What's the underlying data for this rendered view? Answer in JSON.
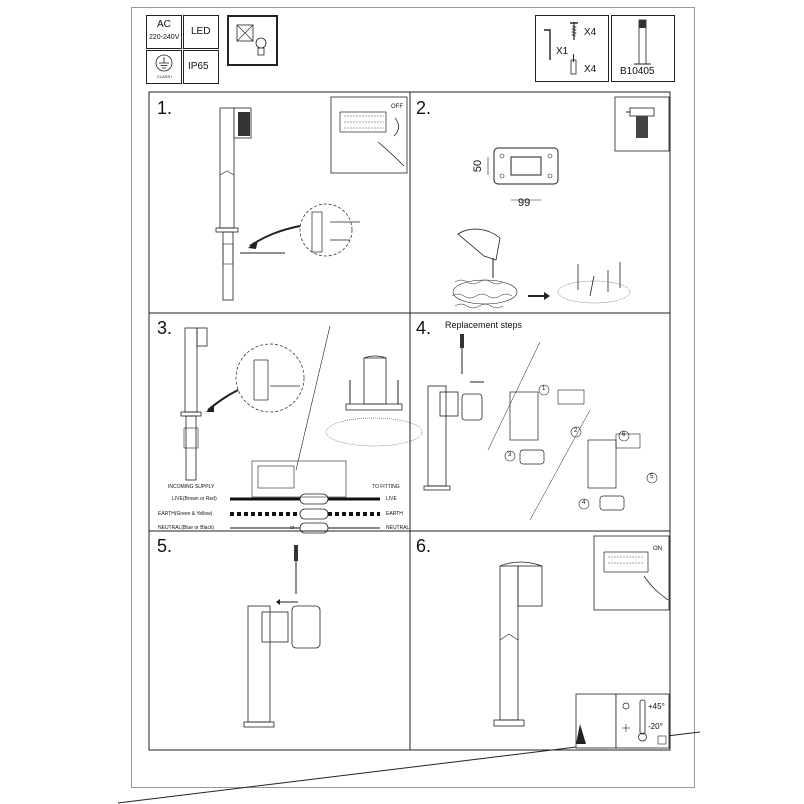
{
  "specs": {
    "power_type": "AC",
    "voltage": "220-240V",
    "light_source": "LED",
    "protection_rating": "IP65",
    "class_label": "CLASS I"
  },
  "kit": {
    "tool_count": "X1",
    "screw_count": "X4",
    "anchor_count": "X4",
    "model_number": "B10405"
  },
  "steps": [
    {
      "number": "1.",
      "switch_label": "OFF"
    },
    {
      "number": "2.",
      "height_dim": "50",
      "width_dim": "99"
    },
    {
      "number": "3.",
      "incoming_supply": "INCOMING SUPPLY",
      "to_fitting": "TO FITTING",
      "live_in": "LIVE(Brown or Red)",
      "live_out": "LIVE",
      "earth_in": "EARTH(Green & Yellow)",
      "earth_out": "EARTH",
      "neutral_in": "NEUTRAL(Blue or Black)",
      "neutral_out": "NEUTRAL",
      "or_label": "or"
    },
    {
      "number": "4.",
      "title": "Replacement steps",
      "callouts": [
        "1",
        "2",
        "3",
        "4",
        "5",
        "6"
      ]
    },
    {
      "number": "5."
    },
    {
      "number": "6.",
      "switch_label": "ON",
      "temp_max": "+45°",
      "temp_min": "-20°"
    }
  ]
}
